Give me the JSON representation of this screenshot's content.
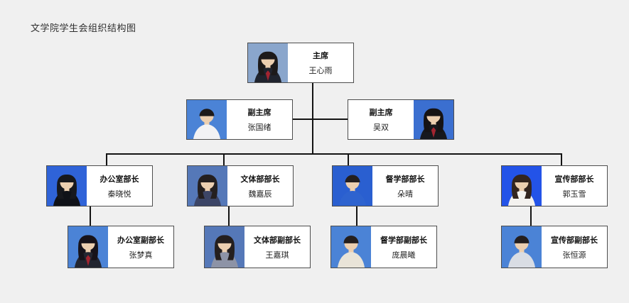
{
  "page": {
    "title": "文学院学生会组织结构图"
  },
  "colors": {
    "background": "#f0f0f0",
    "box_bg": "#ffffff",
    "box_border": "#4d4d4d",
    "line": "#141414",
    "title_text": "#2f2f2f",
    "role_text": "#111111",
    "name_text": "#222222"
  },
  "nodes": {
    "chairman": {
      "role": "主席",
      "name": "王心雨",
      "photo_side": "left",
      "avatar": {
        "bg": "#8aa6cc",
        "hair": "long",
        "hairColor": "#1d1a1a",
        "top": "#20242e",
        "tie": "#a32430"
      }
    },
    "vice1": {
      "role": "副主席",
      "name": "张国绪",
      "photo_side": "left",
      "avatar": {
        "bg": "#4b83d6",
        "hair": "short",
        "hairColor": "#1d1a1a",
        "top": "#f2f2f4"
      }
    },
    "vice2": {
      "role": "副主席",
      "name": "吴双",
      "photo_side": "right",
      "avatar": {
        "bg": "#3b6fd0",
        "hair": "long",
        "hairColor": "#161314",
        "top": "#17181d",
        "tie": "#a32430"
      }
    },
    "dept1_head": {
      "role": "办公室部长",
      "name": "秦晓悦",
      "photo_side": "left",
      "avatar": {
        "bg": "#2f63d8",
        "hair": "long",
        "hairColor": "#17181d",
        "top": "#101218"
      }
    },
    "dept2_head": {
      "role": "文体部部长",
      "name": "魏嘉辰",
      "photo_side": "left",
      "avatar": {
        "bg": "#5578b8",
        "hair": "long",
        "hairColor": "#241f1f",
        "top": "#3c4566"
      }
    },
    "dept3_head": {
      "role": "督学部部长",
      "name": "朵晴",
      "photo_side": "left",
      "avatar": {
        "bg": "#2a5fd0",
        "hair": "short",
        "hairColor": "#241f1f",
        "top": "#2e63cf"
      }
    },
    "dept4_head": {
      "role": "宣传部部长",
      "name": "郭玉雪",
      "photo_side": "left",
      "avatar": {
        "bg": "#2353e8",
        "hair": "long",
        "hairColor": "#33251f",
        "top": "#f4f2ef"
      }
    },
    "dept1_deputy": {
      "role": "办公室副部长",
      "name": "张梦真",
      "photo_side": "left",
      "avatar": {
        "bg": "#4b83d6",
        "hair": "long",
        "hairColor": "#17131a",
        "top": "#232631",
        "tie": "#a32430"
      }
    },
    "dept2_deputy": {
      "role": "文体部副部长",
      "name": "王嘉琪",
      "photo_side": "left",
      "avatar": {
        "bg": "#5578b8",
        "hair": "long",
        "hairColor": "#241f1f",
        "top": "#8d93a6"
      }
    },
    "dept3_deputy": {
      "role": "督学部副部长",
      "name": "庞晨曦",
      "photo_side": "left",
      "avatar": {
        "bg": "#4b83d6",
        "hair": "short",
        "hairColor": "#241f1f",
        "top": "#e9e4d8"
      }
    },
    "dept4_deputy": {
      "role": "宣传部副部长",
      "name": "张恒源",
      "photo_side": "left",
      "avatar": {
        "bg": "#4b83d6",
        "hair": "short",
        "hairColor": "#241f1f",
        "top": "#d9dde4"
      }
    }
  }
}
